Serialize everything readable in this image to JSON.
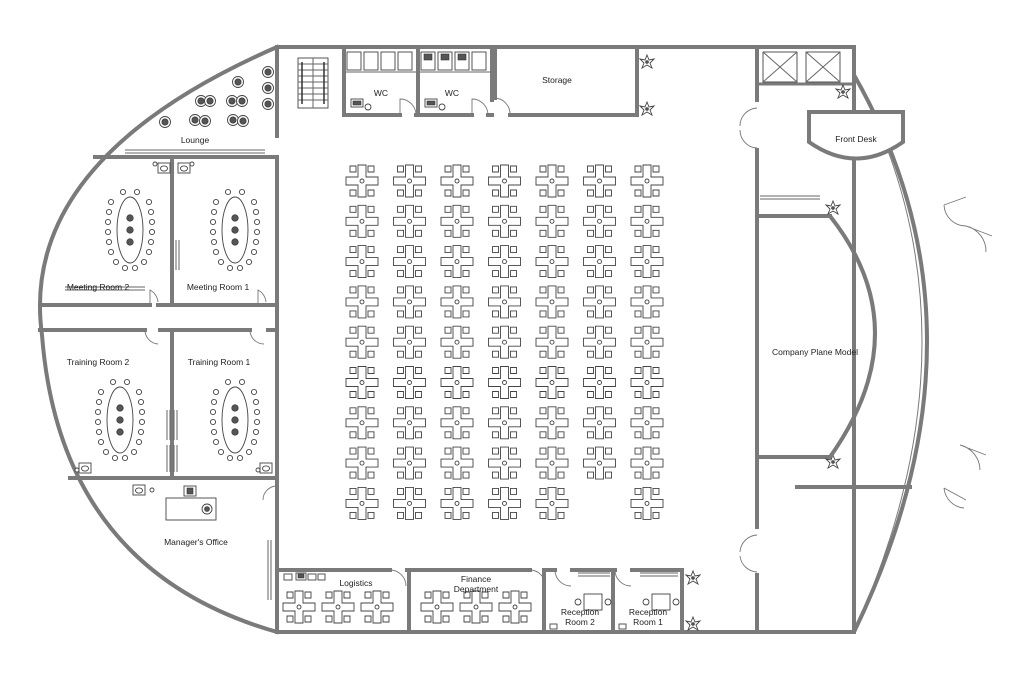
{
  "labels": {
    "wc1": "WC",
    "wc2": "WC",
    "storage": "Storage",
    "lounge": "Lounge",
    "meeting_room_2": "Meeting Room 2",
    "meeting_room_1": "Meeting Room 1",
    "training_room_2": "Training Room 2",
    "training_room_1": "Training Room 1",
    "managers_office": "Manager's Office",
    "logistics": "Logistics",
    "finance_line1": "Finance",
    "finance_line2": "Department",
    "reception2_line1": "Reception",
    "reception2_line2": "Room 2",
    "reception1_line1": "Reception",
    "reception1_line2": "Room 1",
    "front_desk": "Front Desk",
    "company_plane_model": "Company Plane Model"
  },
  "workstations": {
    "columns": 7,
    "rows": 9,
    "last_row_count": 6
  },
  "colors": {
    "wall": "#7a7a7a",
    "line": "#444444",
    "background": "#ffffff"
  }
}
